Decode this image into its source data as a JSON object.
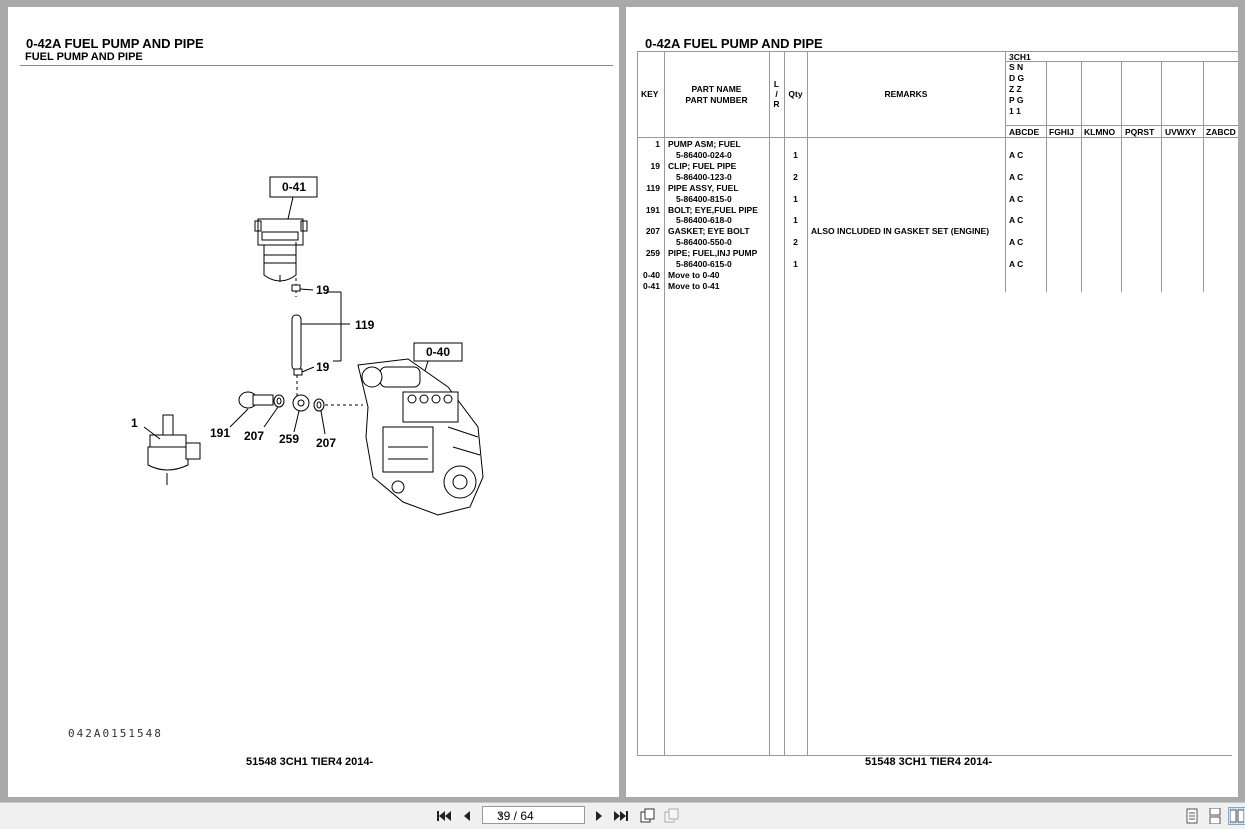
{
  "left_page": {
    "title": "0-42A  FUEL PUMP AND PIPE",
    "subtitle": "FUEL PUMP AND PIPE",
    "diagram_labels": [
      "0-41",
      "19",
      "119",
      "19",
      "0-40",
      "1",
      "191",
      "207",
      "259",
      "207"
    ],
    "diagram_code": "042A0151548",
    "footer": "51548 3CH1 TIER4 2014-"
  },
  "right_page": {
    "title": "0-42A  FUEL PUMP AND PIPE",
    "model": "3CH1",
    "model_codes": [
      "S N",
      "D G",
      "Z Z",
      "P G",
      "1 1"
    ],
    "headers": {
      "key": "KEY",
      "part_name": "PART NAME",
      "part_number": "PART NUMBER",
      "lr": [
        "L",
        "/",
        "R"
      ],
      "qty": "Qty",
      "remarks": "REMARKS",
      "groups": [
        "ABCDE",
        "FGHIJ",
        "KLMNO",
        "PQRST",
        "UVWXY",
        "ZABCD"
      ]
    },
    "rows": [
      {
        "key": "1",
        "name": "PUMP ASM; FUEL",
        "number": "5-86400-024-0",
        "qty": "1",
        "remarks": "",
        "applic": "A C"
      },
      {
        "key": "19",
        "name": "CLIP; FUEL PIPE",
        "number": "5-86400-123-0",
        "qty": "2",
        "remarks": "",
        "applic": "A C"
      },
      {
        "key": "119",
        "name": "PIPE ASSY, FUEL",
        "number": "5-86400-815-0",
        "qty": "1",
        "remarks": "",
        "applic": "A C"
      },
      {
        "key": "191",
        "name": "BOLT; EYE,FUEL PIPE",
        "number": "5-86400-618-0",
        "qty": "1",
        "remarks": "",
        "applic": "A C"
      },
      {
        "key": "207",
        "name": "GASKET; EYE BOLT",
        "number": "5-86400-550-0",
        "qty": "2",
        "remarks": "ALSO INCLUDED IN GASKET SET (ENGINE)",
        "applic": "A C"
      },
      {
        "key": "259",
        "name": "PIPE; FUEL,INJ PUMP",
        "number": "5-86400-615-0",
        "qty": "1",
        "remarks": "",
        "applic": "A C"
      }
    ],
    "moves": [
      {
        "key": "0-40",
        "text": "Move to 0-40"
      },
      {
        "key": "0-41",
        "text": "Move to 0-41"
      }
    ],
    "footer": "51548 3CH1 TIER4 2014-"
  },
  "toolbar": {
    "page_indicator": "39 / 64",
    "first_icon": "first-page-icon",
    "prev_icon": "previous-page-icon",
    "next_icon": "next-page-icon",
    "last_icon": "last-page-icon"
  }
}
